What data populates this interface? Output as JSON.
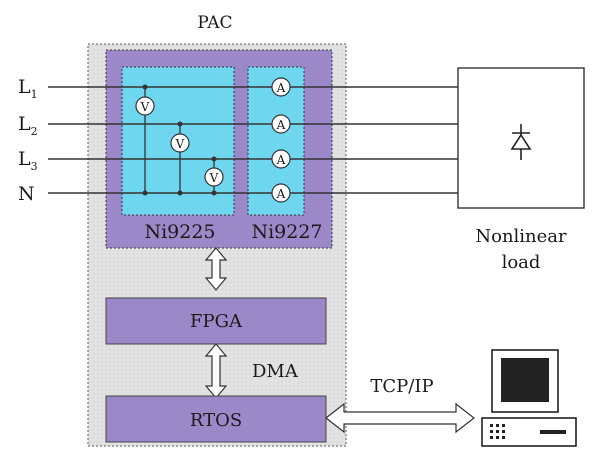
{
  "header": {
    "title": "PAC"
  },
  "lines": [
    {
      "label": "L",
      "sub": "1"
    },
    {
      "label": "L",
      "sub": "2"
    },
    {
      "label": "L",
      "sub": "3"
    },
    {
      "label": "N",
      "sub": ""
    }
  ],
  "modules": {
    "voltage": "Ni9225",
    "current": "Ni9227"
  },
  "meters": {
    "voltage_symbol": "V",
    "current_symbol": "A"
  },
  "blocks": {
    "fpga": "FPGA",
    "rtos": "RTOS"
  },
  "links": {
    "dma": "DMA",
    "tcpip": "TCP/IP"
  },
  "load": {
    "line1": "Nonlinear",
    "line2": "load"
  },
  "colors": {
    "pac_bg": "#e6e6e6",
    "purple": "#9a88c8",
    "cyan": "#6fd6f0",
    "line": "#333333"
  }
}
